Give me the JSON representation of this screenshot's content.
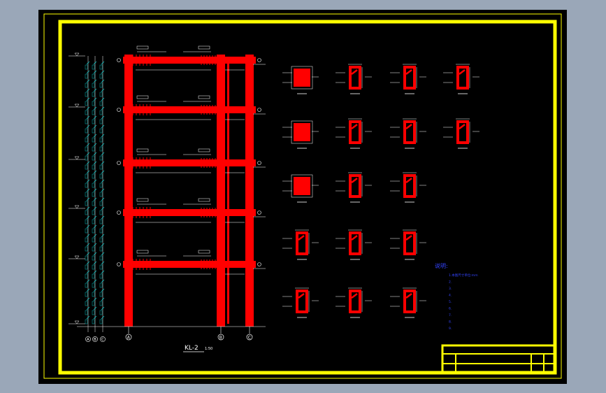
{
  "colors": {
    "background": "#9aa7b8",
    "canvas": "#000000",
    "border": "#ffff00",
    "structure": "#ff0000",
    "annotation": "#ffffff",
    "notes": "#3344ff",
    "dimension": "#00e5e5"
  },
  "drawing": {
    "frame_title": "KL-2",
    "frame_scale": "1:50",
    "axis_labels": [
      "A",
      "B",
      "C"
    ],
    "grid_labels": [
      "A",
      "B",
      "C"
    ],
    "notes_heading": "说明:",
    "notes_lines": [
      "1.本图尺寸单位:mm",
      "2.",
      "3.",
      "4.",
      "5.",
      "6.",
      "7.",
      "8.",
      "9."
    ],
    "title_block": {
      "row1_left": "",
      "row1_right": "",
      "row2_left": "",
      "row2_right": ""
    }
  }
}
